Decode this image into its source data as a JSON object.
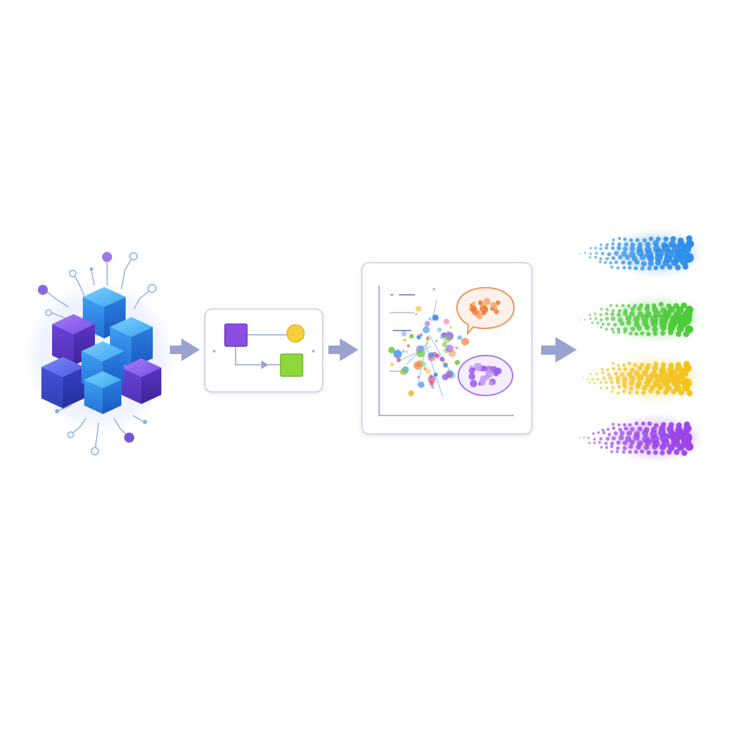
{
  "diagram": {
    "stages": [
      {
        "id": "data-source",
        "icon": "cube-cluster-icon"
      },
      {
        "id": "flow-process",
        "icon": "flowchart-icon"
      },
      {
        "id": "analysis-panel",
        "icon": "scatter-analysis-icon"
      },
      {
        "id": "output-streams",
        "icon": "particle-stream-icon"
      }
    ],
    "arrows": [
      {
        "from": "data-source",
        "to": "flow-process"
      },
      {
        "from": "flow-process",
        "to": "analysis-panel"
      },
      {
        "from": "analysis-panel",
        "to": "output-streams"
      }
    ],
    "colors": {
      "arrow": "#9aa3cf",
      "panel_border": "#c9cde6",
      "cube_purple": "#6a3fd8",
      "cube_blue": "#2f8ee8",
      "flow_square_purple": "#8a4fe0",
      "flow_circle_yellow": "#f5d03a",
      "flow_square_green": "#8fd63a",
      "cluster_orange": "#f07a3a",
      "cluster_purple": "#9b5be8"
    },
    "output_streams": [
      {
        "color": "#2f8ee8"
      },
      {
        "color": "#4cc93a"
      },
      {
        "color": "#f2c21e"
      },
      {
        "color": "#9b45e8"
      }
    ]
  }
}
